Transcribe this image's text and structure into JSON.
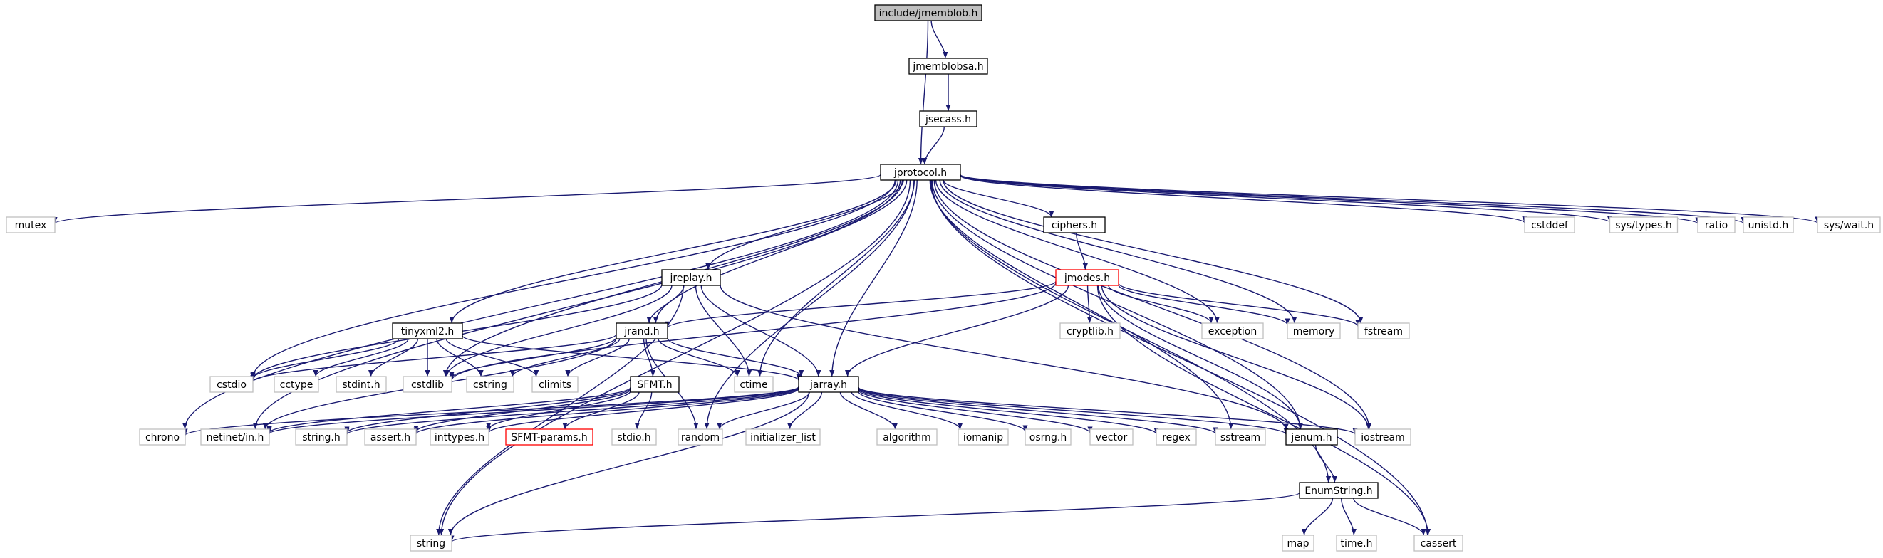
{
  "colors": {
    "edge": "#191970",
    "node_border": "#000000",
    "node_border_missing": "#bfbfbf",
    "node_border_highlight": "#ff0000",
    "root_fill": "#bfbfbf",
    "node_fill": "#ffffff",
    "label": "#000000"
  },
  "diagram": {
    "nodes": [
      {
        "id": "root",
        "label": "include/jmemblob.h",
        "kind": "root"
      },
      {
        "id": "jmemblobsa",
        "label": "jmemblobsa.h",
        "kind": "file"
      },
      {
        "id": "jsecass",
        "label": "jsecass.h",
        "kind": "file"
      },
      {
        "id": "jprotocol",
        "label": "jprotocol.h",
        "kind": "file"
      },
      {
        "id": "mutex",
        "label": "mutex",
        "kind": "system"
      },
      {
        "id": "ciphers",
        "label": "ciphers.h",
        "kind": "file"
      },
      {
        "id": "cstddef",
        "label": "cstddef",
        "kind": "system"
      },
      {
        "id": "systypes",
        "label": "sys/types.h",
        "kind": "system"
      },
      {
        "id": "ratio",
        "label": "ratio",
        "kind": "system"
      },
      {
        "id": "unistd",
        "label": "unistd.h",
        "kind": "system"
      },
      {
        "id": "syswait",
        "label": "sys/wait.h",
        "kind": "system"
      },
      {
        "id": "jreplay",
        "label": "jreplay.h",
        "kind": "file"
      },
      {
        "id": "jmodes",
        "label": "jmodes.h",
        "kind": "highlight"
      },
      {
        "id": "tinyxml2",
        "label": "tinyxml2.h",
        "kind": "file"
      },
      {
        "id": "jrand",
        "label": "jrand.h",
        "kind": "file"
      },
      {
        "id": "cryptlib",
        "label": "cryptlib.h",
        "kind": "system"
      },
      {
        "id": "exception",
        "label": "exception",
        "kind": "system"
      },
      {
        "id": "memory",
        "label": "memory",
        "kind": "system"
      },
      {
        "id": "fstream",
        "label": "fstream",
        "kind": "system"
      },
      {
        "id": "cstdio",
        "label": "cstdio",
        "kind": "system"
      },
      {
        "id": "cctype",
        "label": "cctype",
        "kind": "system"
      },
      {
        "id": "stdint",
        "label": "stdint.h",
        "kind": "system"
      },
      {
        "id": "cstdlib",
        "label": "cstdlib",
        "kind": "system"
      },
      {
        "id": "cstring",
        "label": "cstring",
        "kind": "system"
      },
      {
        "id": "climits",
        "label": "climits",
        "kind": "system"
      },
      {
        "id": "sfmt",
        "label": "SFMT.h",
        "kind": "file"
      },
      {
        "id": "ctime",
        "label": "ctime",
        "kind": "system"
      },
      {
        "id": "jarray",
        "label": "jarray.h",
        "kind": "file"
      },
      {
        "id": "chrono",
        "label": "chrono",
        "kind": "system"
      },
      {
        "id": "netinet",
        "label": "netinet/in.h",
        "kind": "system"
      },
      {
        "id": "stringh",
        "label": "string.h",
        "kind": "system"
      },
      {
        "id": "asserth",
        "label": "assert.h",
        "kind": "system"
      },
      {
        "id": "inttypes",
        "label": "inttypes.h",
        "kind": "system"
      },
      {
        "id": "sfmtparams",
        "label": "SFMT-params.h",
        "kind": "highlight"
      },
      {
        "id": "stdioh",
        "label": "stdio.h",
        "kind": "system"
      },
      {
        "id": "random",
        "label": "random",
        "kind": "system"
      },
      {
        "id": "initlist",
        "label": "initializer_list",
        "kind": "system"
      },
      {
        "id": "algorithm",
        "label": "algorithm",
        "kind": "system"
      },
      {
        "id": "iomanip",
        "label": "iomanip",
        "kind": "system"
      },
      {
        "id": "osrng",
        "label": "osrng.h",
        "kind": "system"
      },
      {
        "id": "vector",
        "label": "vector",
        "kind": "system"
      },
      {
        "id": "regex",
        "label": "regex",
        "kind": "system"
      },
      {
        "id": "sstream",
        "label": "sstream",
        "kind": "system"
      },
      {
        "id": "jenum",
        "label": "jenum.h",
        "kind": "file"
      },
      {
        "id": "iostream",
        "label": "iostream",
        "kind": "system"
      },
      {
        "id": "enumstring",
        "label": "EnumString.h",
        "kind": "file"
      },
      {
        "id": "string",
        "label": "string",
        "kind": "system"
      },
      {
        "id": "map",
        "label": "map",
        "kind": "system"
      },
      {
        "id": "timeh",
        "label": "time.h",
        "kind": "system"
      },
      {
        "id": "cassert",
        "label": "cassert",
        "kind": "system"
      }
    ],
    "edges": [
      [
        "root",
        "jmemblobsa"
      ],
      [
        "root",
        "jprotocol"
      ],
      [
        "jmemblobsa",
        "jsecass"
      ],
      [
        "jsecass",
        "jprotocol"
      ],
      [
        "jprotocol",
        "mutex"
      ],
      [
        "jprotocol",
        "chrono"
      ],
      [
        "jprotocol",
        "string"
      ],
      [
        "jprotocol",
        "netinet"
      ],
      [
        "jprotocol",
        "cstdio"
      ],
      [
        "jprotocol",
        "tinyxml2"
      ],
      [
        "jprotocol",
        "cstdlib"
      ],
      [
        "jprotocol",
        "jrand"
      ],
      [
        "jprotocol",
        "jreplay"
      ],
      [
        "jprotocol",
        "ctime"
      ],
      [
        "jprotocol",
        "random"
      ],
      [
        "jprotocol",
        "jarray"
      ],
      [
        "jprotocol",
        "sstream"
      ],
      [
        "jprotocol",
        "jenum"
      ],
      [
        "jprotocol",
        "ciphers"
      ],
      [
        "jprotocol",
        "exception"
      ],
      [
        "jprotocol",
        "memory"
      ],
      [
        "jprotocol",
        "fstream"
      ],
      [
        "jprotocol",
        "iostream"
      ],
      [
        "jprotocol",
        "enumstring"
      ],
      [
        "jprotocol",
        "cassert"
      ],
      [
        "jprotocol",
        "cstddef"
      ],
      [
        "jprotocol",
        "systypes"
      ],
      [
        "jprotocol",
        "ratio"
      ],
      [
        "jprotocol",
        "unistd"
      ],
      [
        "jprotocol",
        "syswait"
      ],
      [
        "ciphers",
        "jmodes"
      ],
      [
        "jmodes",
        "jrand"
      ],
      [
        "jmodes",
        "cstdlib"
      ],
      [
        "jmodes",
        "jarray"
      ],
      [
        "jmodes",
        "cryptlib"
      ],
      [
        "jmodes",
        "exception"
      ],
      [
        "jmodes",
        "memory"
      ],
      [
        "jmodes",
        "fstream"
      ],
      [
        "jmodes",
        "iostream"
      ],
      [
        "jmodes",
        "jenum"
      ],
      [
        "jmodes",
        "cassert"
      ],
      [
        "jreplay",
        "cstdio"
      ],
      [
        "jreplay",
        "cstdlib"
      ],
      [
        "jreplay",
        "jrand"
      ],
      [
        "jreplay",
        "ctime"
      ],
      [
        "jreplay",
        "jarray"
      ],
      [
        "jreplay",
        "jenum"
      ],
      [
        "jreplay",
        "string"
      ],
      [
        "tinyxml2",
        "cstdio"
      ],
      [
        "tinyxml2",
        "cctype"
      ],
      [
        "tinyxml2",
        "stdint"
      ],
      [
        "tinyxml2",
        "cstdlib"
      ],
      [
        "tinyxml2",
        "cstring"
      ],
      [
        "tinyxml2",
        "climits"
      ],
      [
        "tinyxml2",
        "jarray"
      ],
      [
        "jrand",
        "cstdio"
      ],
      [
        "jrand",
        "cstdlib"
      ],
      [
        "jrand",
        "cstring"
      ],
      [
        "jrand",
        "climits"
      ],
      [
        "jrand",
        "sfmt"
      ],
      [
        "jrand",
        "ctime"
      ],
      [
        "jrand",
        "jarray"
      ],
      [
        "jrand",
        "random"
      ],
      [
        "jrand",
        "netinet"
      ],
      [
        "sfmt",
        "netinet"
      ],
      [
        "sfmt",
        "stringh"
      ],
      [
        "sfmt",
        "asserth"
      ],
      [
        "sfmt",
        "inttypes"
      ],
      [
        "sfmt",
        "sfmtparams"
      ],
      [
        "sfmt",
        "stdioh"
      ],
      [
        "jarray",
        "chrono"
      ],
      [
        "jarray",
        "netinet"
      ],
      [
        "jarray",
        "stringh"
      ],
      [
        "jarray",
        "asserth"
      ],
      [
        "jarray",
        "inttypes"
      ],
      [
        "jarray",
        "random"
      ],
      [
        "jarray",
        "initlist"
      ],
      [
        "jarray",
        "algorithm"
      ],
      [
        "jarray",
        "iomanip"
      ],
      [
        "jarray",
        "osrng"
      ],
      [
        "jarray",
        "vector"
      ],
      [
        "jarray",
        "regex"
      ],
      [
        "jarray",
        "sstream"
      ],
      [
        "jarray",
        "jenum"
      ],
      [
        "jarray",
        "iostream"
      ],
      [
        "jarray",
        "string"
      ],
      [
        "jenum",
        "enumstring"
      ],
      [
        "enumstring",
        "string"
      ],
      [
        "enumstring",
        "map"
      ],
      [
        "enumstring",
        "timeh"
      ],
      [
        "enumstring",
        "cassert"
      ]
    ]
  }
}
